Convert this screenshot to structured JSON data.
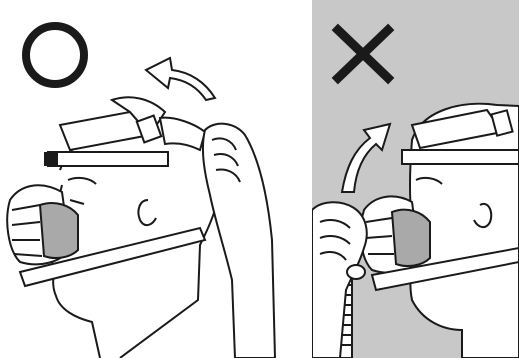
{
  "panels": [
    {
      "id": "correct",
      "mark": "circle-mark",
      "verdict": "correct",
      "arrow": "curved-arrow-backward",
      "background": "#ffffff"
    },
    {
      "id": "incorrect",
      "mark": "cross-mark",
      "verdict": "incorrect",
      "arrow": "curved-arrow-upward",
      "background": "#c8c8c8"
    }
  ],
  "colors": {
    "ink": "#1a1a1a",
    "panel_gray": "#c8c8c8",
    "cushion_gray": "#a9a9a9"
  }
}
